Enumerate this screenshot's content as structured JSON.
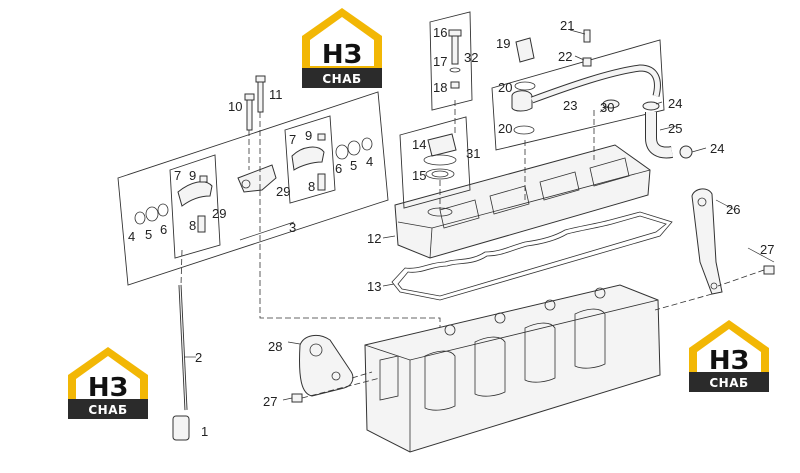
{
  "diagram": {
    "labels": {
      "p1": "1",
      "p2": "2",
      "p3": "3",
      "p4a": "4",
      "p5a": "5",
      "p6a": "6",
      "p7a": "7",
      "p9a": "9",
      "p8a": "8",
      "p29a": "29",
      "p7b": "7",
      "p9b": "9",
      "p8b": "8",
      "p29b": "29",
      "p6b": "6",
      "p5b": "5",
      "p4b": "4",
      "p10": "10",
      "p11": "11",
      "p12": "12",
      "p13": "13",
      "p14": "14",
      "p15": "15",
      "p16": "16",
      "p17": "17",
      "p18": "18",
      "p19": "19",
      "p20a": "20",
      "p20b": "20",
      "p21": "21",
      "p22": "22",
      "p23": "23",
      "p24a": "24",
      "p24b": "24",
      "p25": "25",
      "p26": "26",
      "p27a": "27",
      "p27b": "27",
      "p28": "28",
      "p30": "30",
      "p31": "31",
      "p32": "32"
    }
  },
  "logos": [
    {
      "mark": "НЗ",
      "sub": "СНАБ"
    },
    {
      "mark": "НЗ",
      "sub": "СНАБ"
    },
    {
      "mark": "НЗ",
      "sub": "СНАБ"
    }
  ],
  "colors": {
    "logo_yellow": "#f2b705",
    "logo_dark": "#2b2b2b",
    "line": "#333333"
  }
}
